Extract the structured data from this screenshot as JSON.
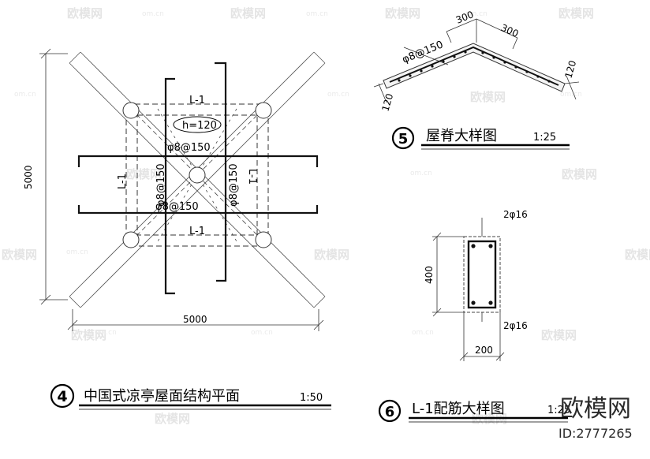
{
  "plan": {
    "title_number": "4",
    "title": "中国式凉亭屋面结构平面",
    "scale": "1:50",
    "beam_label": "L-1",
    "thickness_label": "h=120",
    "rebar_label": "φ8@150",
    "dimension": "5000"
  },
  "ridge": {
    "title_number": "5",
    "title": "屋脊大样图",
    "scale": "1:25",
    "dim_300": "300",
    "dim_120": "120",
    "rebar_label": "φ8@150"
  },
  "beam_detail": {
    "title_number": "6",
    "title": "L-1配筋大样图",
    "scale": "1:25",
    "top_bars": "2φ16",
    "bottom_bars": "2φ16",
    "height": "400",
    "width": "200"
  },
  "watermark": {
    "brand": "欧模网",
    "site": "om.cn",
    "id": "ID:2777265"
  }
}
